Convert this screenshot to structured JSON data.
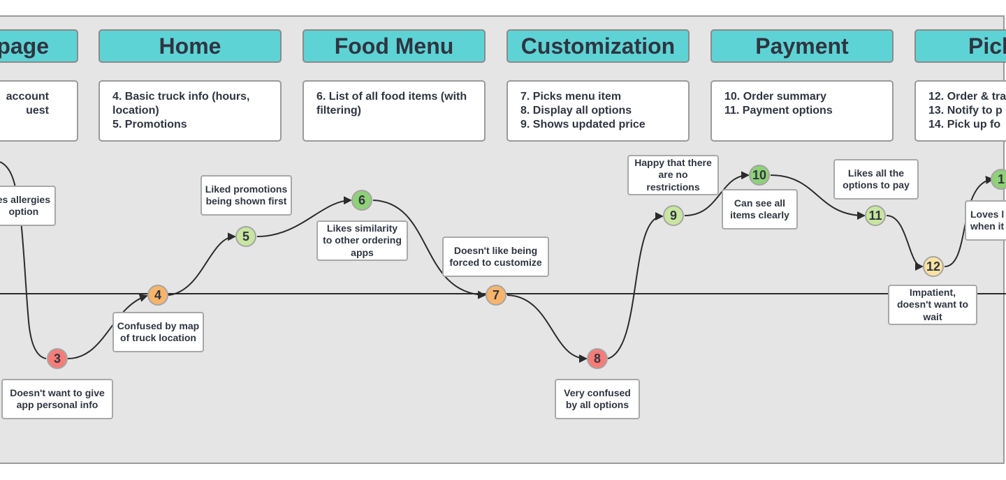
{
  "stages": [
    {
      "title": "page",
      "lines": [
        "account",
        "uest"
      ]
    },
    {
      "title": "Home",
      "lines": [
        "4. Basic truck info (hours,",
        "location)",
        "5. Promotions"
      ]
    },
    {
      "title": "Food Menu",
      "lines": [
        "6. List of all food items (with",
        "filtering)"
      ]
    },
    {
      "title": "Customization",
      "lines": [
        "7. Picks menu item",
        "8. Display all options",
        "9. Shows updated price"
      ]
    },
    {
      "title": "Payment",
      "lines": [
        "10. Order summary",
        "11. Payment options"
      ]
    },
    {
      "title": "Pick",
      "lines": [
        "12. Order & tra",
        "13. Notify to p",
        "14. Pick up fo"
      ]
    }
  ],
  "nodes": [
    {
      "label": "3",
      "color": "#f77c78"
    },
    {
      "label": "4",
      "color": "#f9b46a"
    },
    {
      "label": "5",
      "color": "#c8e6a0"
    },
    {
      "label": "6",
      "color": "#8ed177"
    },
    {
      "label": "7",
      "color": "#f9b46a"
    },
    {
      "label": "8",
      "color": "#f77c78"
    },
    {
      "label": "9",
      "color": "#c8e6a0"
    },
    {
      "label": "10",
      "color": "#8ed177"
    },
    {
      "label": "11",
      "color": "#c8e6a0"
    },
    {
      "label": "12",
      "color": "#fbe2a0"
    },
    {
      "label": "1",
      "color": "#8ed177"
    }
  ],
  "notes": [
    {
      "lines": [
        "es allergies",
        "option"
      ]
    },
    {
      "lines": [
        "Doesn't want to give",
        "app personal info"
      ]
    },
    {
      "lines": [
        "Confused by map",
        "of truck location"
      ]
    },
    {
      "lines": [
        "Liked promotions",
        "being shown first"
      ]
    },
    {
      "lines": [
        "Likes similarity",
        "to other ordering",
        "apps"
      ]
    },
    {
      "lines": [
        "Doesn't like being",
        "forced to customize"
      ]
    },
    {
      "lines": [
        "Very confused",
        "by all options"
      ]
    },
    {
      "lines": [
        "Happy that there",
        "are no",
        "restrictions"
      ]
    },
    {
      "lines": [
        "Can see all",
        "items clearly"
      ]
    },
    {
      "lines": [
        "Likes all the",
        "options to pay"
      ]
    },
    {
      "lines": [
        "Impatient,",
        "doesn't want to",
        "wait"
      ]
    },
    {
      "lines": [
        "Loves l",
        "when it"
      ]
    }
  ],
  "colors": {
    "header": "#5ed3d6",
    "negative": "#f77c78",
    "neutral": "#f9b46a",
    "mild_positive": "#c8e6a0",
    "positive": "#8ed177",
    "slight_negative": "#fbe2a0"
  }
}
